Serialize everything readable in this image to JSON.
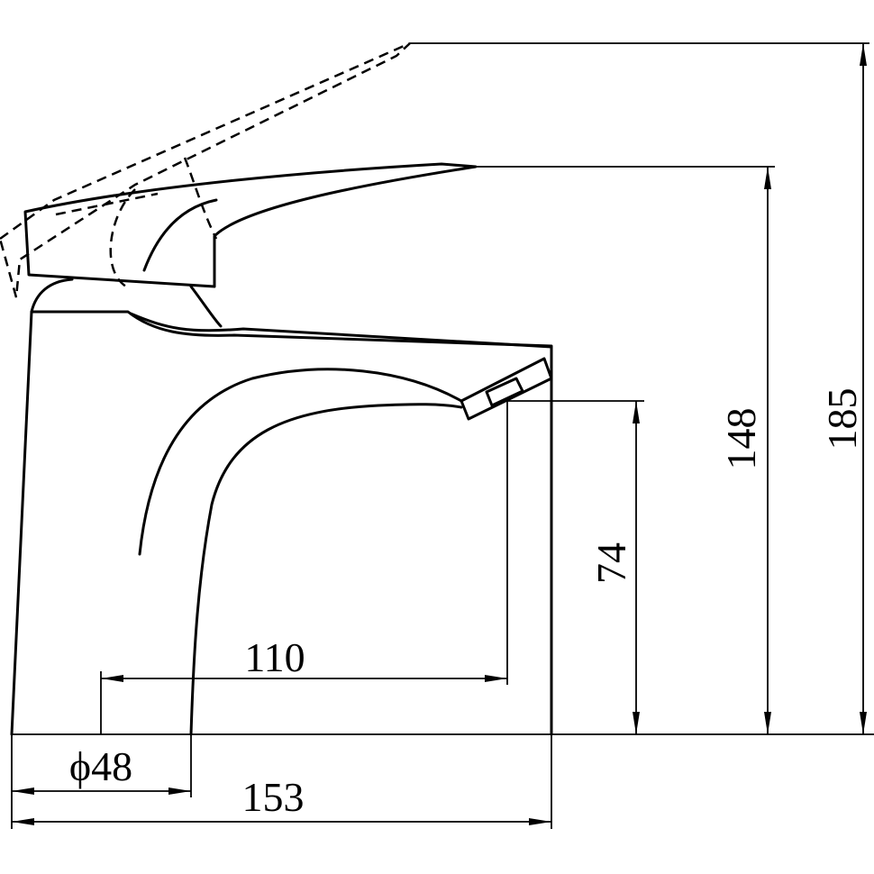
{
  "colors": {
    "line": "#000000",
    "background": "#ffffff"
  },
  "dimensions": {
    "total_length": "153",
    "spout_reach": "110",
    "base_diameter": "ϕ48",
    "spout_height": "74",
    "lever_height": "148",
    "total_height": "185"
  }
}
